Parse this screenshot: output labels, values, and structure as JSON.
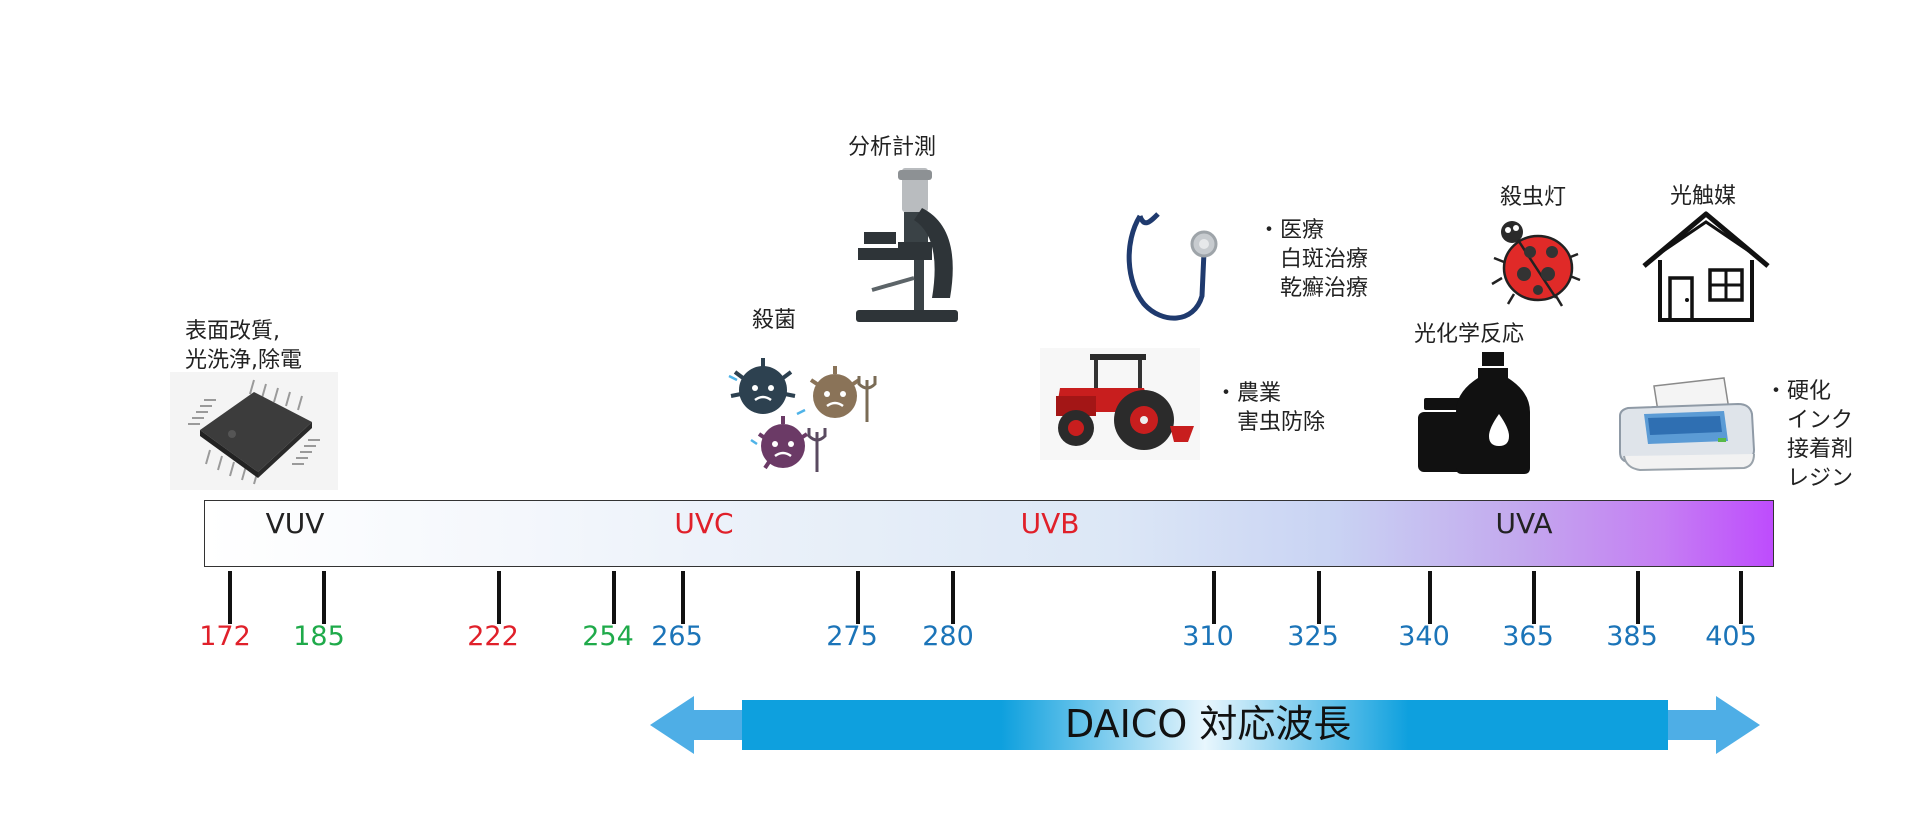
{
  "applications": {
    "surface": "表面改質,\n光洗浄,除電",
    "sterilize": "殺菌",
    "analysis": "分析計測",
    "medical": "・医療\n　白斑治療\n　乾癬治療",
    "agri": "・農業\n　害虫防除",
    "insect_lamp": "殺虫灯",
    "photochem": "光化学反応",
    "photocatalyst": "光触媒",
    "curing": "・硬化\n　インク\n　接着剤\n　レジン"
  },
  "bands": [
    {
      "label": "VUV",
      "color": "#222222"
    },
    {
      "label": "UVC",
      "color": "#e0202a"
    },
    {
      "label": "UVB",
      "color": "#e0202a"
    },
    {
      "label": "UVA",
      "color": "#222222"
    }
  ],
  "wavelengths": [
    {
      "value": "172",
      "color": "#e0202a"
    },
    {
      "value": "185",
      "color": "#1faa4a"
    },
    {
      "value": "222",
      "color": "#e0202a"
    },
    {
      "value": "254",
      "color": "#1faa4a"
    },
    {
      "value": "265",
      "color": "#1b74b8"
    },
    {
      "value": "275",
      "color": "#1b74b8"
    },
    {
      "value": "280",
      "color": "#1b74b8"
    },
    {
      "value": "310",
      "color": "#1b74b8"
    },
    {
      "value": "325",
      "color": "#1b74b8"
    },
    {
      "value": "340",
      "color": "#1b74b8"
    },
    {
      "value": "365",
      "color": "#1b74b8"
    },
    {
      "value": "385",
      "color": "#1b74b8"
    },
    {
      "value": "405",
      "color": "#1b74b8"
    }
  ],
  "daico_range": {
    "label": "DAICO 対応波長",
    "color": "#0ea0de"
  },
  "icons": {
    "chip": "chip-icon",
    "germs": "germs-icon",
    "microscope": "microscope-icon",
    "stethoscope": "stethoscope-icon",
    "tractor": "tractor-icon",
    "ladybug": "ladybug-icon",
    "bottles": "chemical-bottles-icon",
    "house": "house-icon",
    "printer": "printer-icon"
  }
}
